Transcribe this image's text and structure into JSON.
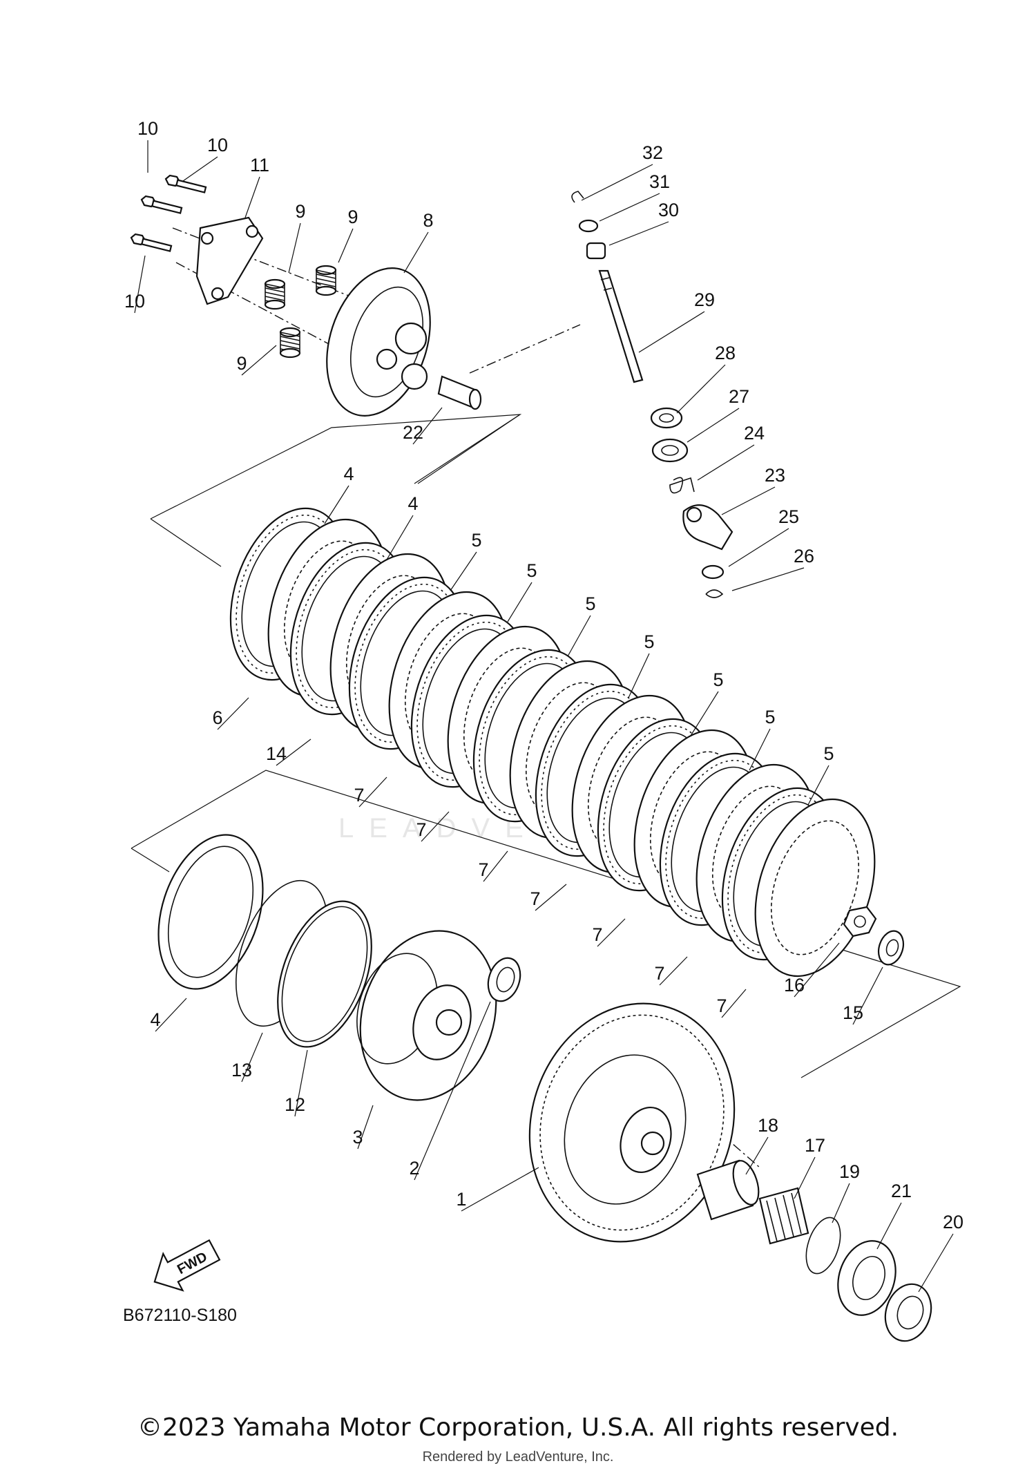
{
  "diagram": {
    "watermark": "LEADVENTURE",
    "drawing_code": "B672110-S180",
    "fwd_label": "FWD",
    "callouts": [
      "10",
      "10",
      "11",
      "9",
      "9",
      "10",
      "9",
      "8",
      "22",
      "32",
      "31",
      "30",
      "29",
      "28",
      "27",
      "24",
      "23",
      "25",
      "26",
      "4",
      "4",
      "5",
      "5",
      "5",
      "5",
      "5",
      "5",
      "5",
      "6",
      "14",
      "7",
      "7",
      "7",
      "7",
      "7",
      "7",
      "7",
      "4",
      "13",
      "12",
      "3",
      "2",
      "1",
      "16",
      "15",
      "18",
      "17",
      "19",
      "21",
      "20"
    ]
  },
  "footer": {
    "copyright": "©2023 Yamaha Motor Corporation, U.S.A. All rights reserved.",
    "rendered_by": "Rendered by LeadVenture, Inc."
  }
}
